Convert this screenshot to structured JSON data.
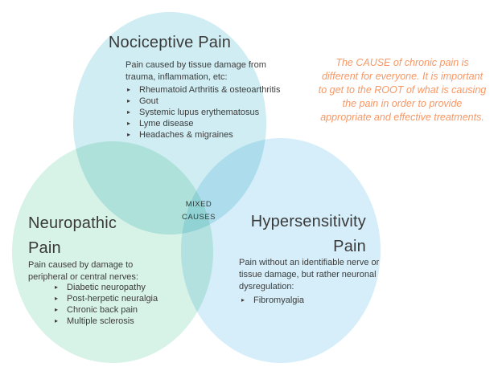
{
  "palette": {
    "text": "#3C3C3C",
    "note_orange": "#F79764",
    "background": "#FFFFFF"
  },
  "icons": {
    "bullet": "▸"
  },
  "circles": {
    "nociceptive": {
      "title": "Nociceptive Pain",
      "description": "Pain caused by tissue damage from trauma, inflammation, etc:",
      "items": [
        "Rheumatoid Arthritis & osteoarthritis",
        "Gout",
        "Systemic lupus erythematosus",
        "Lyme disease",
        "Headaches & migraines"
      ],
      "color": "#CFEDF2"
    },
    "neuropathic": {
      "title_line1": "Neuropathic",
      "title_line2": "Pain",
      "description": "Pain caused by damage to peripheral or central nerves:",
      "items": [
        "Diabetic neuropathy",
        "Post-herpetic neuralgia",
        "Chronic back pain",
        "Multiple sclerosis"
      ],
      "color": "#D7F2E6"
    },
    "hypersensitivity": {
      "title_line1": "Hypersensitivity",
      "title_line2": "Pain",
      "description": "Pain without an identifiable nerve or tissue damage, but rather neuronal dysregulation:",
      "items": [
        "Fibromyalgia"
      ],
      "color": "#D5EEF9"
    }
  },
  "center_overlap": {
    "line1": "MIXED",
    "line2": "CAUSES"
  },
  "note": {
    "lines": [
      "The CAUSE of chronic pain is",
      "different for everyone. It is important",
      "to get to the ROOT of what is causing",
      "the pain in order to provide",
      "appropriate and effective treatments."
    ],
    "color": "#F79764"
  }
}
